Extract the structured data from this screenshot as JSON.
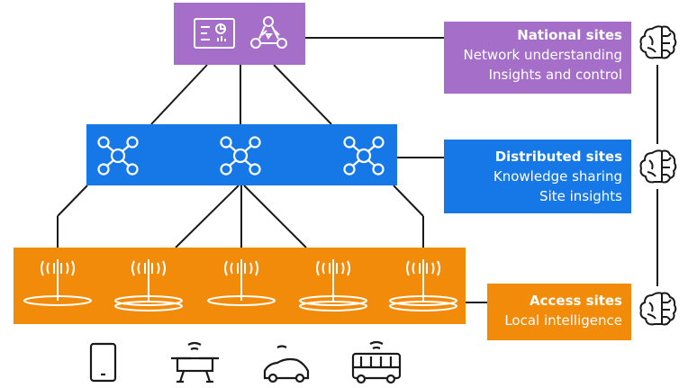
{
  "colors": {
    "national": "#a56ec9",
    "distributed": "#1578e6",
    "access": "#f28a0a",
    "line": "#1a1a1a",
    "icon_white": "#ffffff",
    "icon_dark": "#1a1a1a"
  },
  "tiers": {
    "national": {
      "title": "National sites",
      "lines": [
        "Network understanding",
        "Insights and control"
      ],
      "icons": [
        "dashboard-icon",
        "network-triangle-icon"
      ]
    },
    "distributed": {
      "title": "Distributed sites",
      "lines": [
        "Knowledge sharing",
        "Site insights"
      ],
      "icons": [
        "cluster-icon",
        "cluster-icon",
        "cluster-icon"
      ]
    },
    "access": {
      "title": "Access sites",
      "lines": [
        "Local intelligence"
      ],
      "icons": [
        "radio-tower-icon",
        "radio-tower-icon",
        "radio-tower-icon",
        "radio-tower-icon",
        "radio-tower-icon"
      ]
    }
  },
  "ai_icons": [
    "ai-brain-icon",
    "ai-brain-icon",
    "ai-brain-icon"
  ],
  "devices": [
    "smartphone-icon",
    "drone-icon",
    "connected-car-icon",
    "connected-bus-icon"
  ]
}
